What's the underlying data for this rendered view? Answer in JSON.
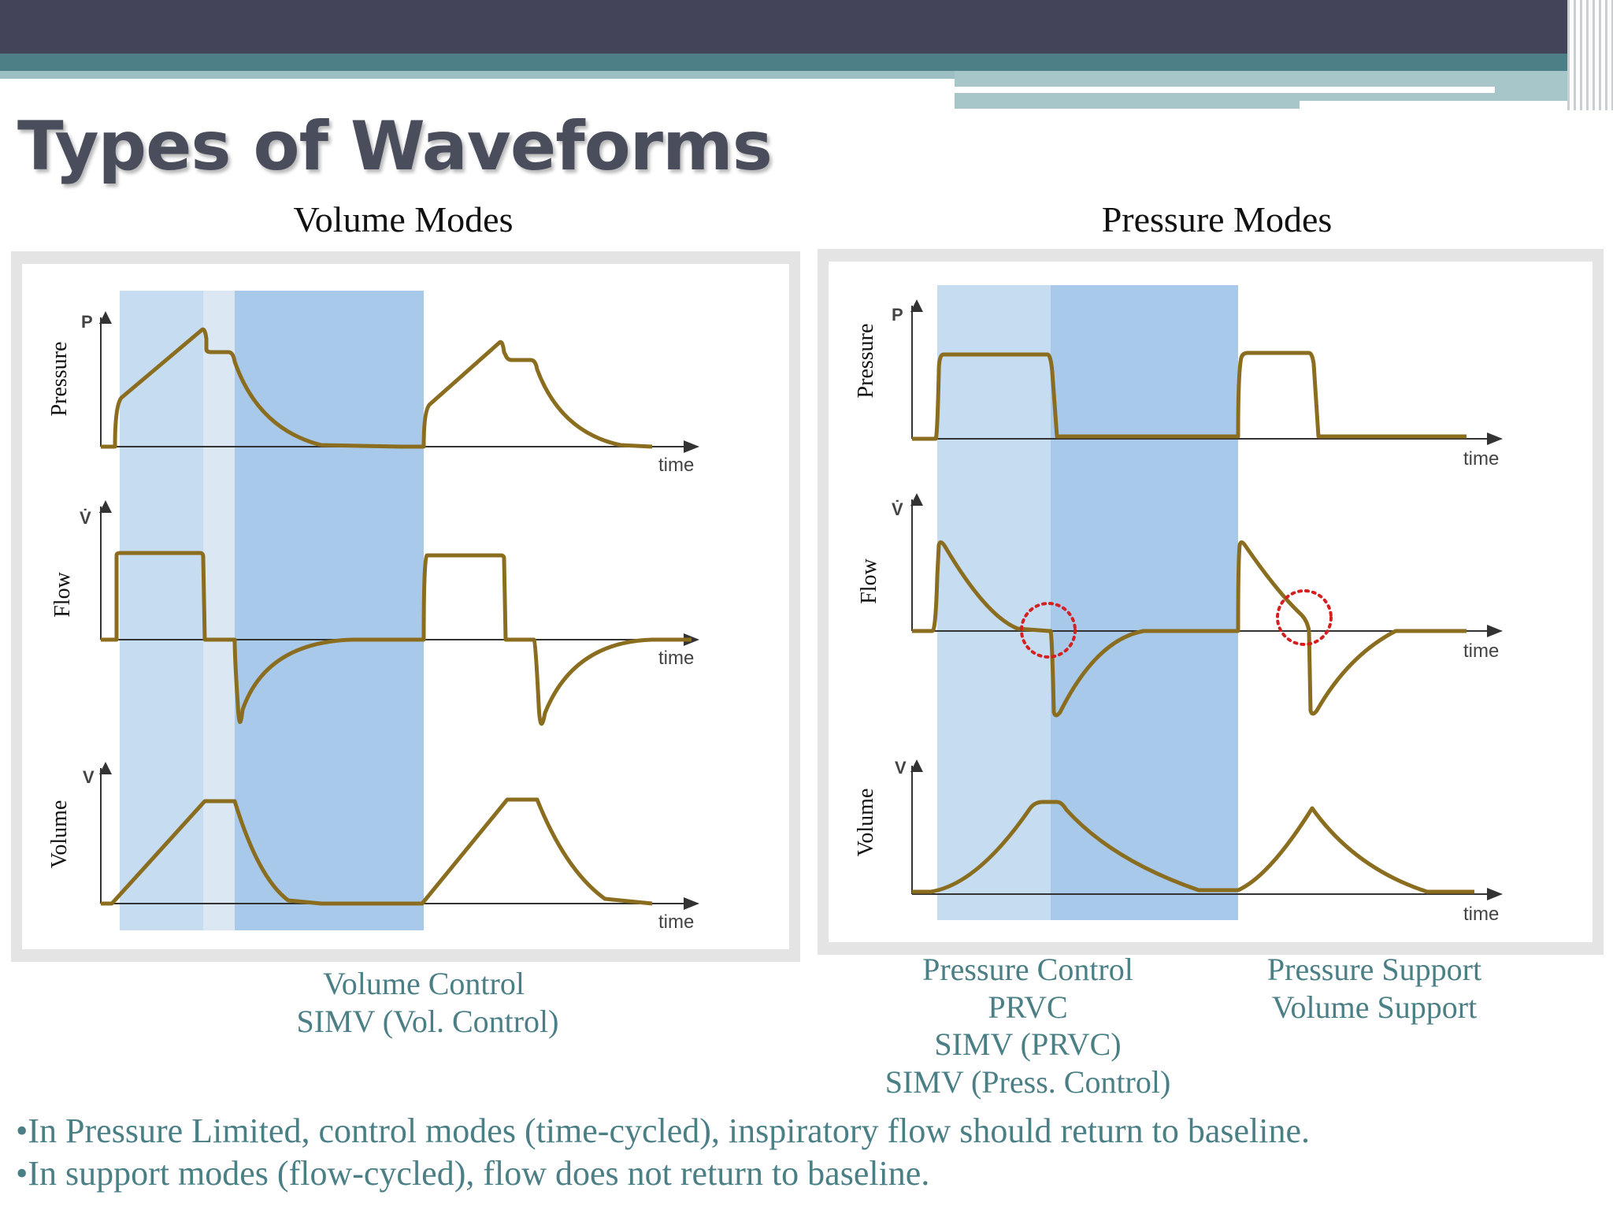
{
  "slide": {
    "title": "Types of Waveforms",
    "accent_colors": {
      "top_bar": "#43445a",
      "teal_band": "#4c7f86",
      "light_band": "#9bbfc3"
    }
  },
  "left_panel": {
    "heading": "Volume Modes",
    "captions": [
      "Volume Control",
      "SIMV (Vol. Control)"
    ]
  },
  "right_panel": {
    "heading": "Pressure Modes",
    "captions_left": [
      "Pressure Control",
      "PRVC",
      "SIMV (PRVC)",
      "SIMV (Press. Control)"
    ],
    "captions_right": [
      "Pressure Support",
      "Volume Support"
    ]
  },
  "graph_labels": {
    "pressure_axis": "Pressure",
    "flow_axis": "Flow",
    "volume_axis": "Volume",
    "p_symbol": "P",
    "vdot_symbol": "V̇",
    "v_symbol": "V",
    "time_label": "time"
  },
  "bullets": [
    "•In Pressure Limited, control modes (time-cycled), inspiratory flow should return to baseline.",
    "•In support modes (flow-cycled), flow does not return to baseline."
  ],
  "colors": {
    "waveform": "#8a6d1e",
    "shade_light": "#c6dcf1",
    "shade_pale": "#dce7f4",
    "shade_dark": "#a9c9ea",
    "marker": "#d42020"
  }
}
